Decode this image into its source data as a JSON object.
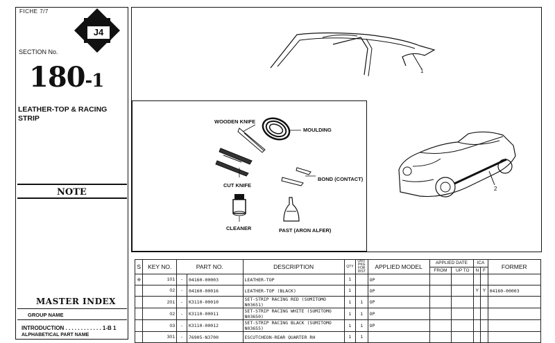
{
  "header": {
    "fiche": "FICHE  7/7",
    "badge": "J4",
    "section_label": "SECTION No.",
    "section_number": "180",
    "section_suffix": "-1",
    "group_title": "LEATHER-TOP & RACING STRIP"
  },
  "sidebar": {
    "note": "NOTE",
    "master_index": "MASTER INDEX",
    "group_name": "GROUP NAME",
    "intro": "INTRODUCTION . . . . . . . . . . . . 1-B 1",
    "intro_next": "ALPHABETICAL PART NAME"
  },
  "diagram": {
    "labels": {
      "wooden_knife": "WOODEN KNIFE",
      "moulding": "MOULDING",
      "cut_knife": "CUT KNIFE",
      "bond": "BOND (CONTACT)",
      "cleaner": "CLEANER",
      "past": "PAST (ARON ALFER)"
    },
    "callouts": {
      "top": "1",
      "car": "2"
    }
  },
  "table": {
    "headers": {
      "s": "S",
      "key": "KEY NO.",
      "part": "PART  NO.",
      "desc": "DESCRIPTION",
      "qty": "QTY",
      "unit": "UNIT PKG FOR DIST",
      "model": "APPLIED MODEL",
      "date": "APPLIED DATE",
      "from": "FROM",
      "upto": "UP TO",
      "ica": "ICA",
      "n": "N",
      "f": "F",
      "former": "FORMER"
    },
    "rows": [
      {
        "s": "※",
        "key": "101",
        "part": "04160-00003",
        "desc": "LEATHER-TOP",
        "qty": "1",
        "unit": "",
        "model": "OP",
        "n": "",
        "f": "",
        "former": ""
      },
      {
        "s": "",
        "key": "02",
        "part": "04160-00016",
        "desc": "LEATHER-TOP (BLACK)",
        "qty": "1",
        "unit": "",
        "model": "OP",
        "n": "Y",
        "f": "Y",
        "former": "04160-00003"
      },
      {
        "s": "",
        "key": "201",
        "part": "K3110-00010",
        "desc": "SET-STRIP RACING RED (SUMITOMO N03651)",
        "qty": "1",
        "unit": "1",
        "model": "OP",
        "n": "",
        "f": "",
        "former": ""
      },
      {
        "s": "",
        "key": "02",
        "part": "K3110-00011",
        "desc": "SET-STRIP RACING WHITE (SUMITOMO N03650)",
        "qty": "1",
        "unit": "1",
        "model": "OP",
        "n": "",
        "f": "",
        "former": ""
      },
      {
        "s": "",
        "key": "03",
        "part": "K3110-00012",
        "desc": "SET-STRIP RACING BLACK (SUMITOMO N03655)",
        "qty": "1",
        "unit": "1",
        "model": "OP",
        "n": "",
        "f": "",
        "former": ""
      },
      {
        "s": "",
        "key": "301",
        "part": "76905-N3700",
        "desc": "ESCUTCHEON-REAR QUARTER RH",
        "qty": "1",
        "unit": "1",
        "model": "",
        "n": "",
        "f": "",
        "former": ""
      }
    ]
  }
}
